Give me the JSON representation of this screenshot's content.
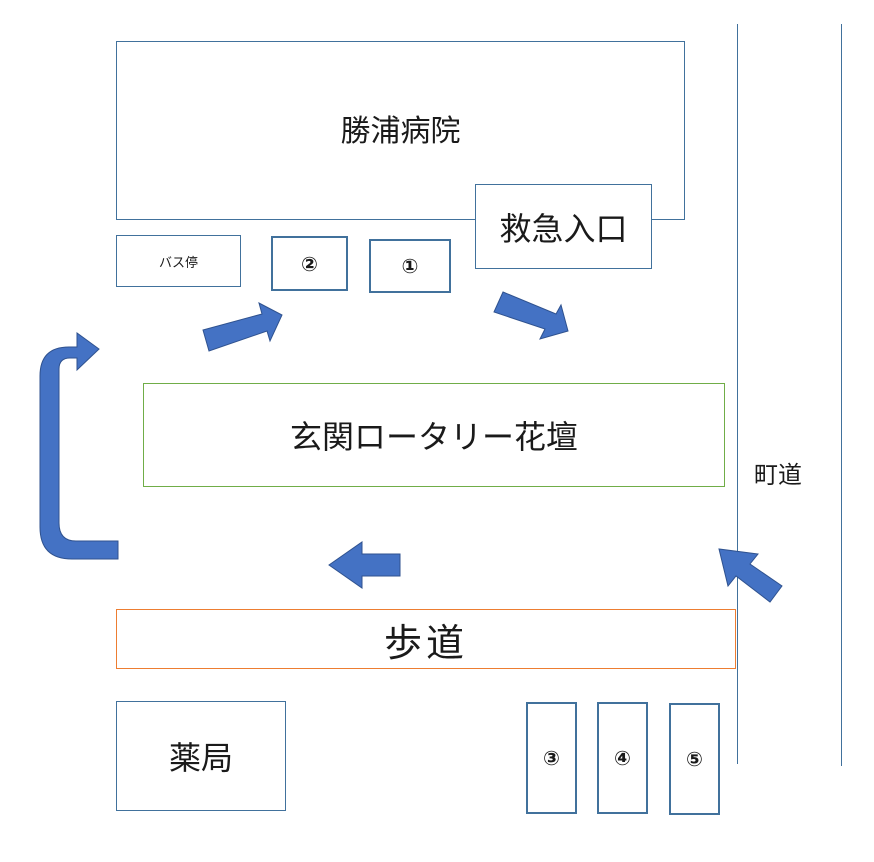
{
  "hospital": {
    "label": "勝浦病院"
  },
  "emergency_entrance": {
    "label": "救急入口"
  },
  "bus_stop": {
    "label": "バス停"
  },
  "parking": [
    {
      "label": "①"
    },
    {
      "label": "②"
    },
    {
      "label": "③"
    },
    {
      "label": "④"
    },
    {
      "label": "⑤"
    }
  ],
  "flowerbed": {
    "label": "玄関ロータリー花壇"
  },
  "sidewalk": {
    "label": "歩道"
  },
  "pharmacy": {
    "label": "薬局"
  },
  "road": {
    "label": "町道"
  },
  "colors": {
    "arrow_fill": "#4472c4",
    "arrow_stroke": "#2f528f"
  },
  "arrows": [
    {
      "name": "arrow-from-road",
      "direction": "up-left"
    },
    {
      "name": "arrow-along-sidewalk",
      "direction": "left"
    },
    {
      "name": "arrow-u-turn",
      "direction": "u-turn-right"
    },
    {
      "name": "arrow-to-slot-2",
      "direction": "up-right"
    },
    {
      "name": "arrow-to-emergency",
      "direction": "down-right"
    }
  ]
}
